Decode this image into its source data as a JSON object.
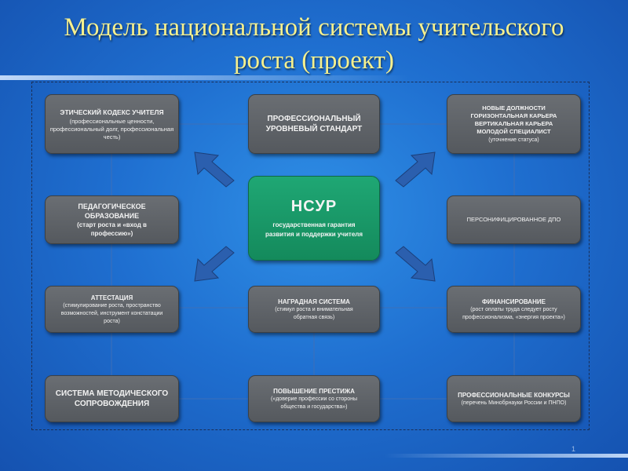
{
  "title": {
    "line1": "Модель национальной системы учительского",
    "line2": "роста (проект)"
  },
  "center": {
    "heading": "НСУР",
    "text": "государственная гарантия развития и поддержки учителя"
  },
  "boxes": {
    "ethics": {
      "heading": "ЭТИЧЕСКИЙ КОДЕКС УЧИТЕЛЯ",
      "sub": "(профессиональные ценности, профессиональный долг, профессиональная честь)"
    },
    "standard": {
      "heading": "ПРОФЕССИОНАЛЬНЫЙ УРОВНЕВЫЙ СТАНДАРТ",
      "sub": ""
    },
    "positions": {
      "heading": "НОВЫЕ ДОЛЖНОСТИ ГОРИЗОНТАЛЬНАЯ КАРЬЕРА ВЕРТИКАЛЬНАЯ КАРЬЕРА МОЛОДОЙ СПЕЦИАЛИСТ",
      "sub": "(уточнение статуса)"
    },
    "education": {
      "heading": "ПЕДАГОГИЧЕСКОЕ ОБРАЗОВАНИЕ",
      "sub": "(старт роста и «вход в профессию»)"
    },
    "dpo": {
      "heading": "ПЕРСОНИФИЦИРОВАННОЕ ДПО",
      "sub": ""
    },
    "attestation": {
      "heading": "АТТЕСТАЦИЯ",
      "sub": "(стимулирование роста, пространство возможностей, инструмент констатации роста)"
    },
    "awards": {
      "heading": "НАГРАДНАЯ СИСТЕМА",
      "sub": "(стимул роста и внимательная обратная связь)"
    },
    "finance": {
      "heading": "ФИНАНСИРОВАНИЕ",
      "sub": "(рост оплаты труда следует росту профессионализма, «энергия проекта»)"
    },
    "methodic": {
      "heading": "СИСТЕМА МЕТОДИЧЕСКОГО СОПРОВОЖДЕНИЯ",
      "sub": ""
    },
    "prestige": {
      "heading": "ПОВЫШЕНИЕ ПРЕСТИЖА",
      "sub": "(«доверие профессии со стороны общества и государства»)"
    },
    "contests": {
      "heading": "ПРОФЕССИОНАЛЬНЫЕ КОНКУРСЫ",
      "sub": "(перечень Минобрнауки России и ПНПО)"
    }
  },
  "page_number": "1",
  "colors": {
    "background": "#1f6fd0",
    "title": "#f6f08e",
    "box": "#5f6368",
    "center": "#1a9a69",
    "arrow": "#2b5fae"
  }
}
